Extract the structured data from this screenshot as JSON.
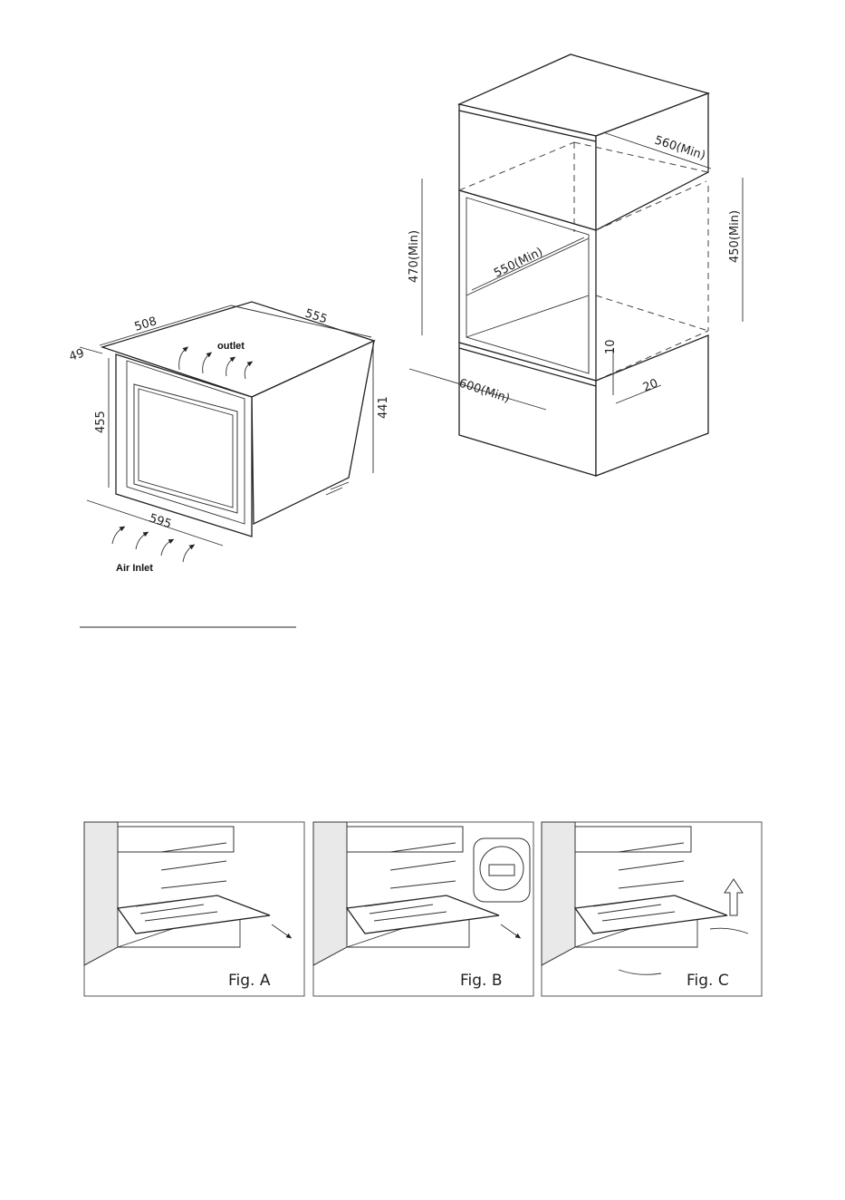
{
  "appliance": {
    "dimensions": {
      "depth_flange": "49",
      "depth_top": "508",
      "width_side": "555",
      "height_front": "455",
      "height_side": "441",
      "width_bottom": "595"
    },
    "labels": {
      "outlet": "outlet",
      "air_inlet": "Air Inlet"
    }
  },
  "cabinet": {
    "dimensions": {
      "depth_top": "560(Min)",
      "height_left": "470(Min)",
      "depth_inner": "550(Min)",
      "height_right": "450(Min)",
      "gap_vertical": "10",
      "width_bottom": "600(Min)",
      "gap_depth": "20"
    }
  },
  "figures": [
    {
      "label": "Fig. A"
    },
    {
      "label": "Fig. B"
    },
    {
      "label": "Fig. C"
    }
  ]
}
